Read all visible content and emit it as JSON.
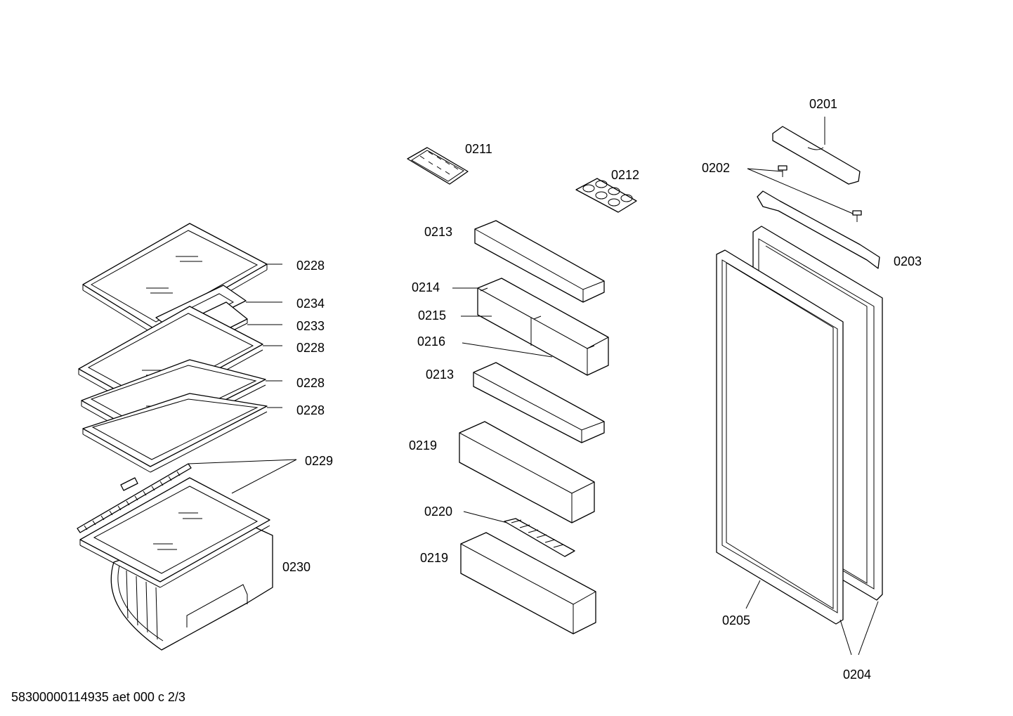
{
  "footer": {
    "doc_code": "58300000114935 aet 000 c 2/3"
  },
  "callouts": {
    "c0201": "0201",
    "c0202": "0202",
    "c0203": "0203",
    "c0204": "0204",
    "c0205": "0205",
    "c0211": "0211",
    "c0212": "0212",
    "c0213a": "0213",
    "c0213b": "0213",
    "c0214": "0214",
    "c0215": "0215",
    "c0216": "0216",
    "c0219a": "0219",
    "c0219b": "0219",
    "c0220": "0220",
    "c0228a": "0228",
    "c0228b": "0228",
    "c0228c": "0228",
    "c0228d": "0228",
    "c0229": "0229",
    "c0230": "0230",
    "c0233": "0233",
    "c0234": "0234"
  }
}
